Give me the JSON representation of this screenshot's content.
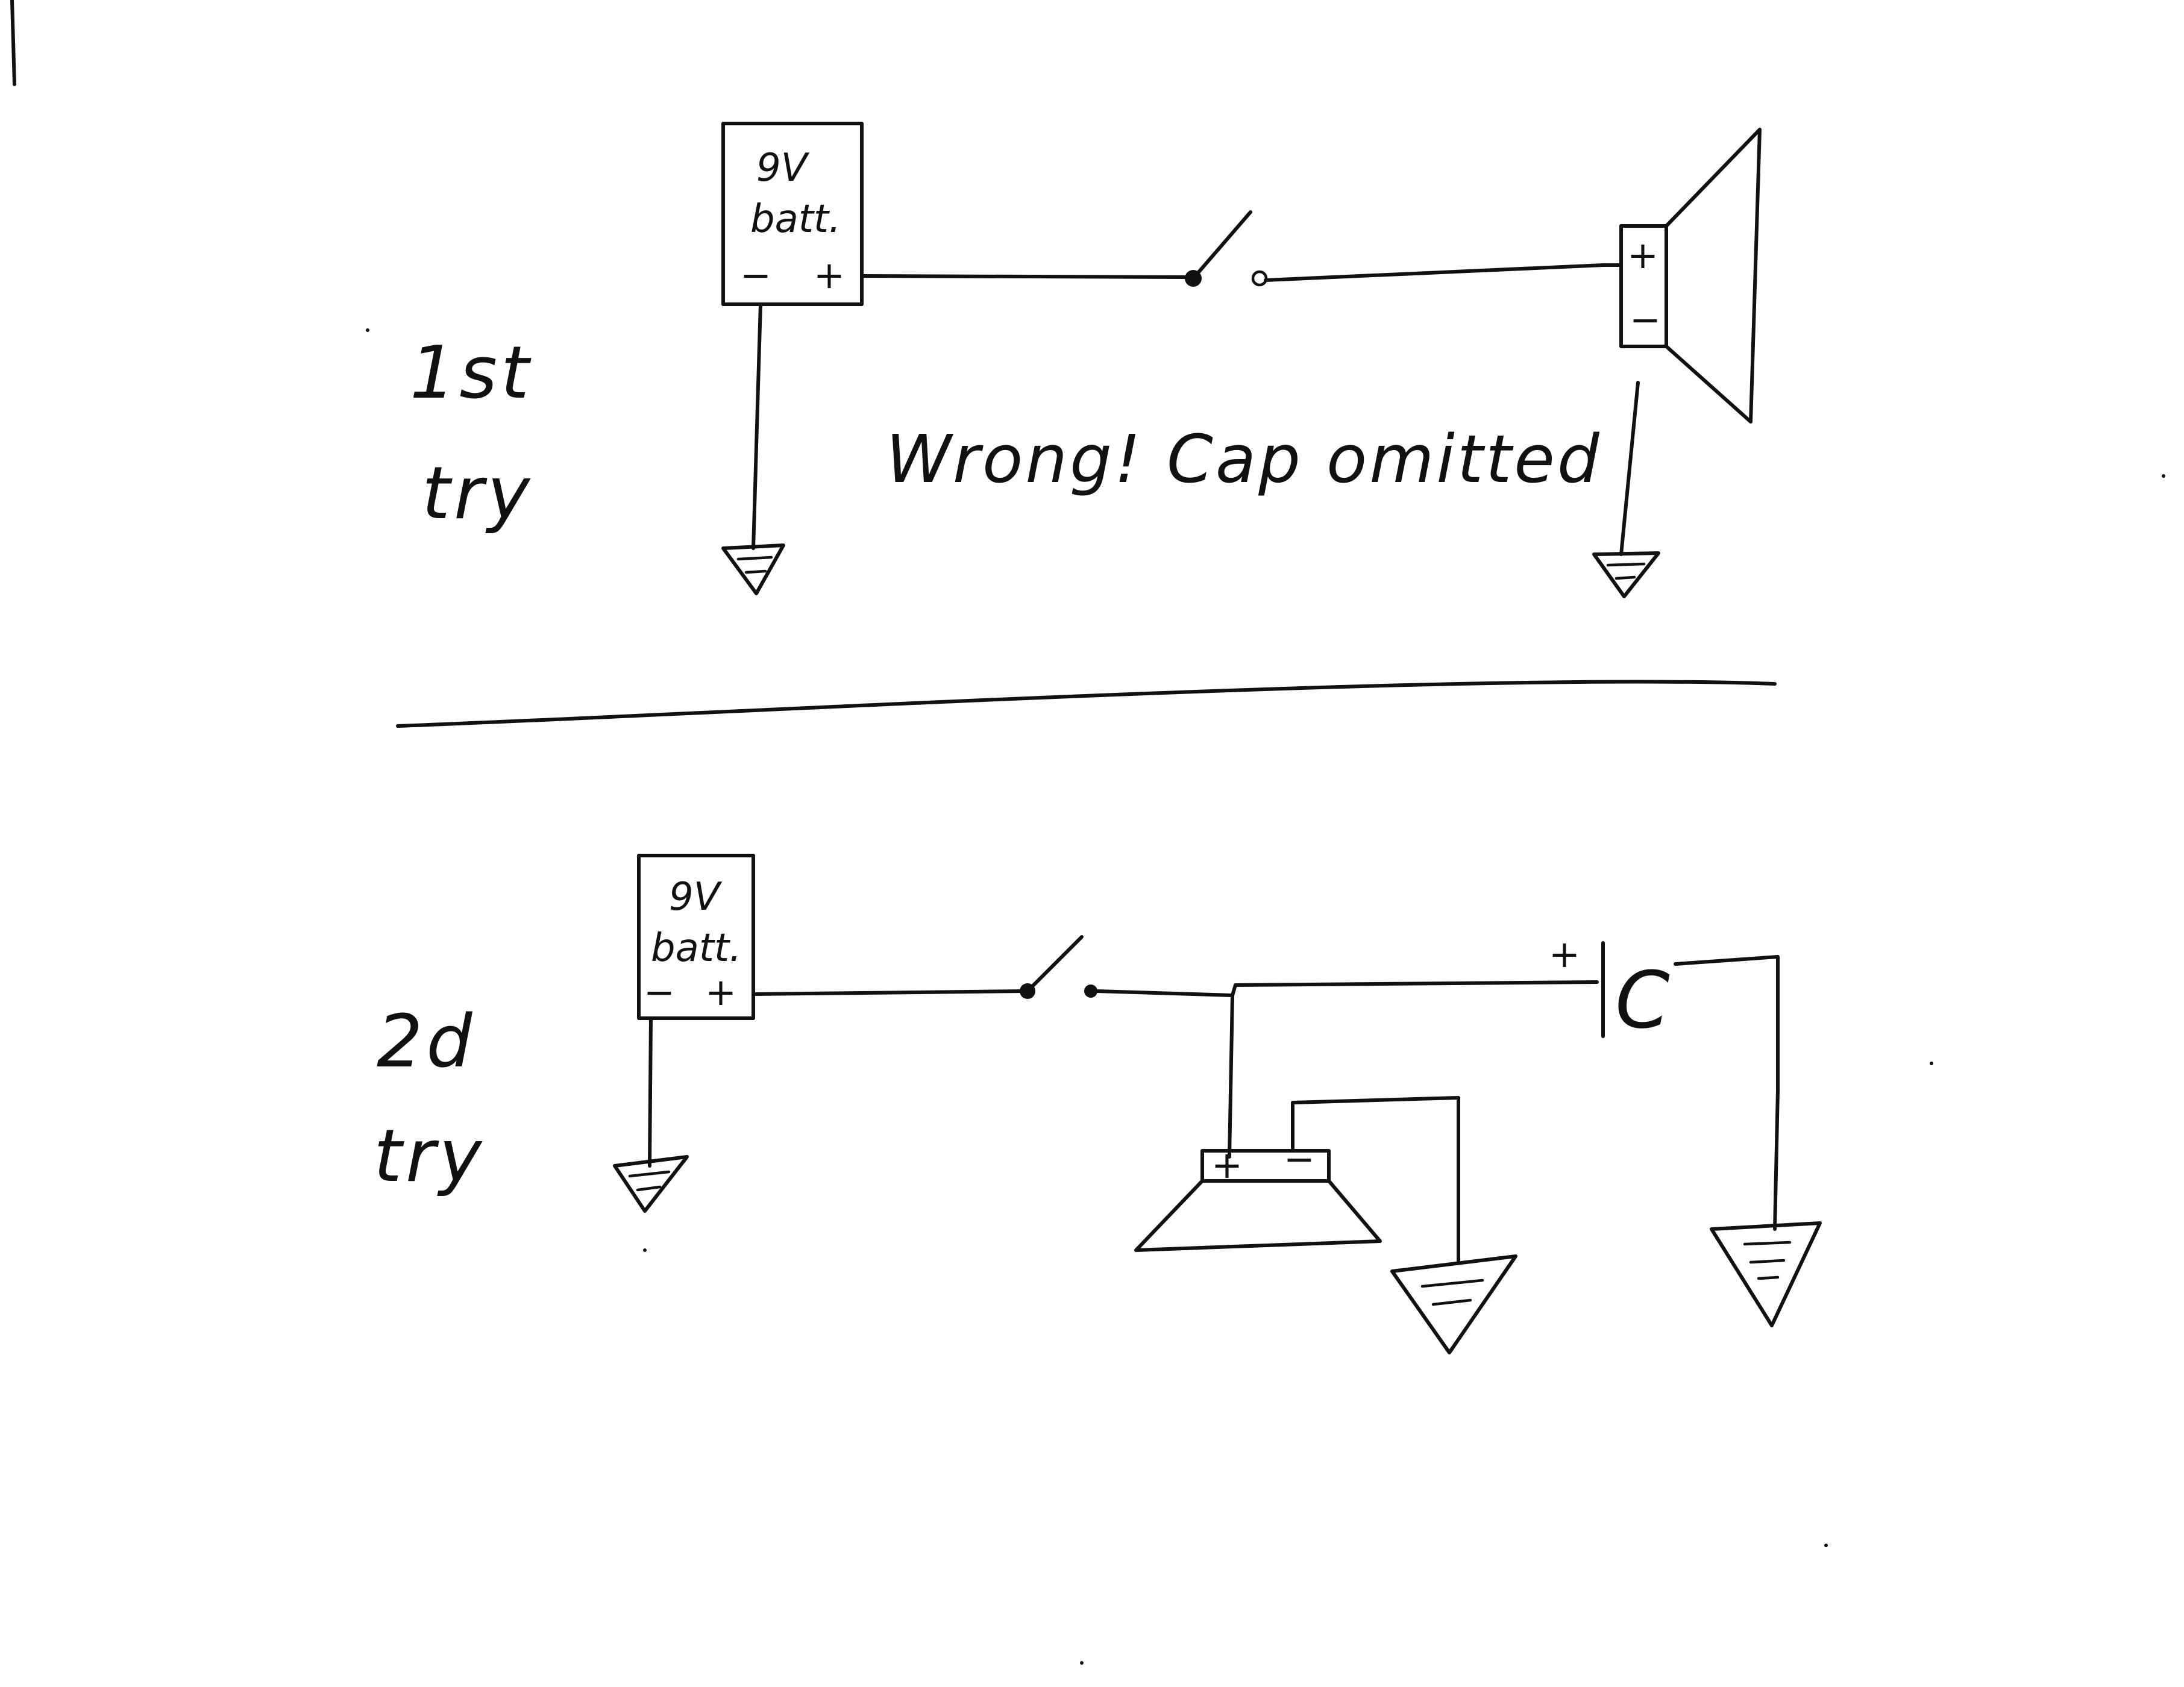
{
  "diagram": {
    "top_section": {
      "side_label_line1": "1st",
      "side_label_line2": "try",
      "battery_line1": "9V",
      "battery_line2": "batt.",
      "battery_minus": "−",
      "battery_plus": "+",
      "speaker_plus": "+",
      "speaker_minus": "−",
      "note": "Wrong! Cap omitted"
    },
    "bottom_section": {
      "side_label_line1": "2d",
      "side_label_line2": "try",
      "battery_line1": "9V",
      "battery_line2": "batt.",
      "battery_minus": "−",
      "battery_plus": "+",
      "capacitor_plus": "+",
      "capacitor_label": "C",
      "speaker_plus": "+",
      "speaker_minus": "−"
    }
  }
}
